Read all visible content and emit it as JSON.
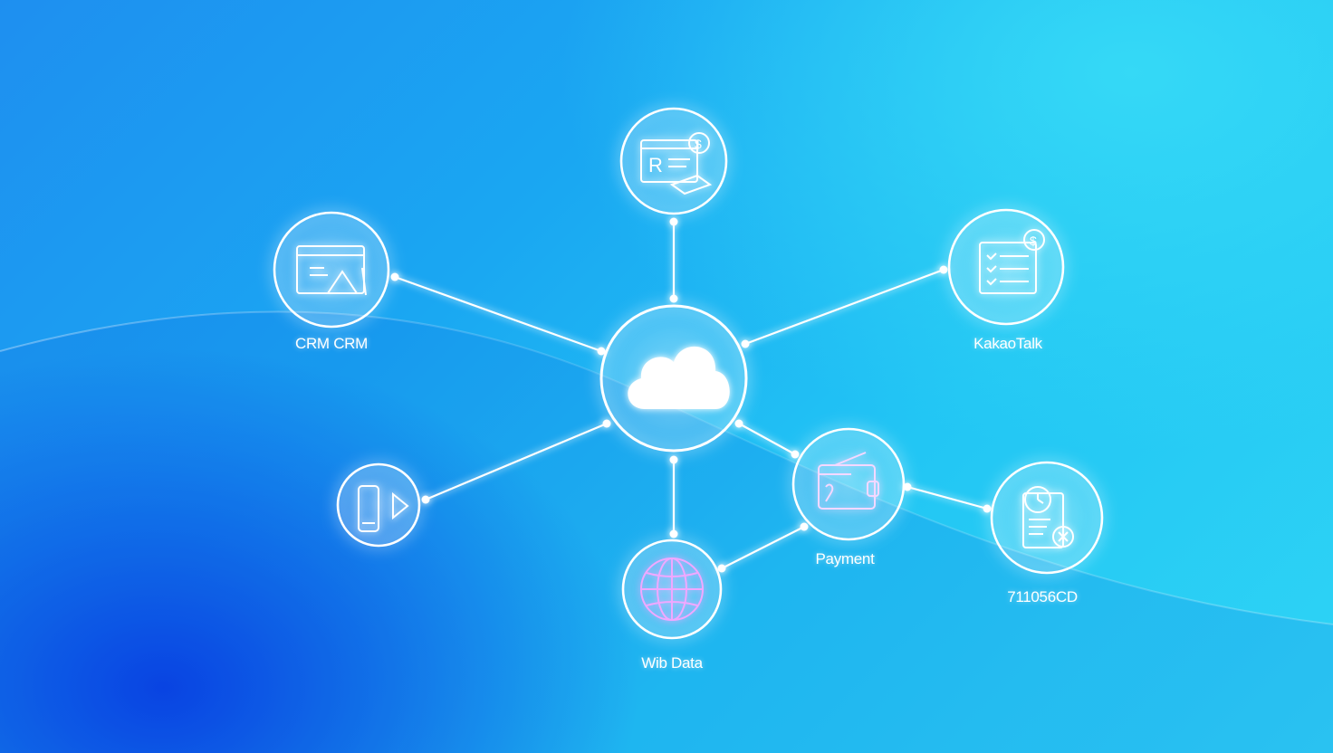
{
  "hub": {
    "icon": "cloud-icon"
  },
  "nodes": [
    {
      "id": "top",
      "icon": "invoice-r-dollar-icon",
      "label": "",
      "icon_text_r": "R",
      "icon_text_dollar": "$"
    },
    {
      "id": "crm",
      "icon": "crm-window-icon",
      "label": "CRM CRM"
    },
    {
      "id": "kakao",
      "icon": "checklist-dollar-icon",
      "label": "KakaoTalk",
      "icon_text_dollar": "$"
    },
    {
      "id": "mobile",
      "icon": "mobile-play-icon",
      "label": ""
    },
    {
      "id": "payment",
      "icon": "wallet-icon",
      "label": "Payment"
    },
    {
      "id": "clock",
      "icon": "clock-document-cancel-icon",
      "label": "711056CD"
    },
    {
      "id": "web",
      "icon": "globe-icon",
      "label": "Wib Data"
    }
  ],
  "colors": {
    "line": "#ffffff",
    "ring": "#ffffff",
    "globe": "#f0a8ff"
  }
}
